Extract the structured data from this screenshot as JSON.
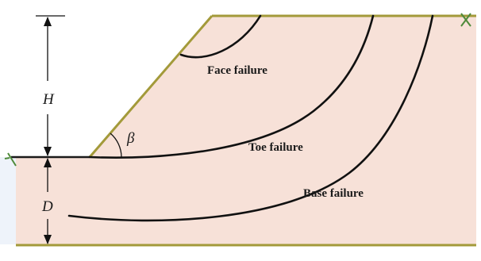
{
  "labels": {
    "face_failure": "Face failure",
    "toe_failure": "Toe failure",
    "base_failure": "Base failure",
    "height_symbol": "H",
    "depth_symbol": "D",
    "angle_symbol": "β"
  },
  "colors": {
    "soil_fill": "#f7e1d8",
    "ground_line": "#a39a3a",
    "slope_line": "#a39a3a",
    "failure_curve": "#111111",
    "dimension_line": "#111111",
    "background": "#ffffff"
  },
  "icons": {
    "ground_marker": "ground-surface-marker"
  }
}
